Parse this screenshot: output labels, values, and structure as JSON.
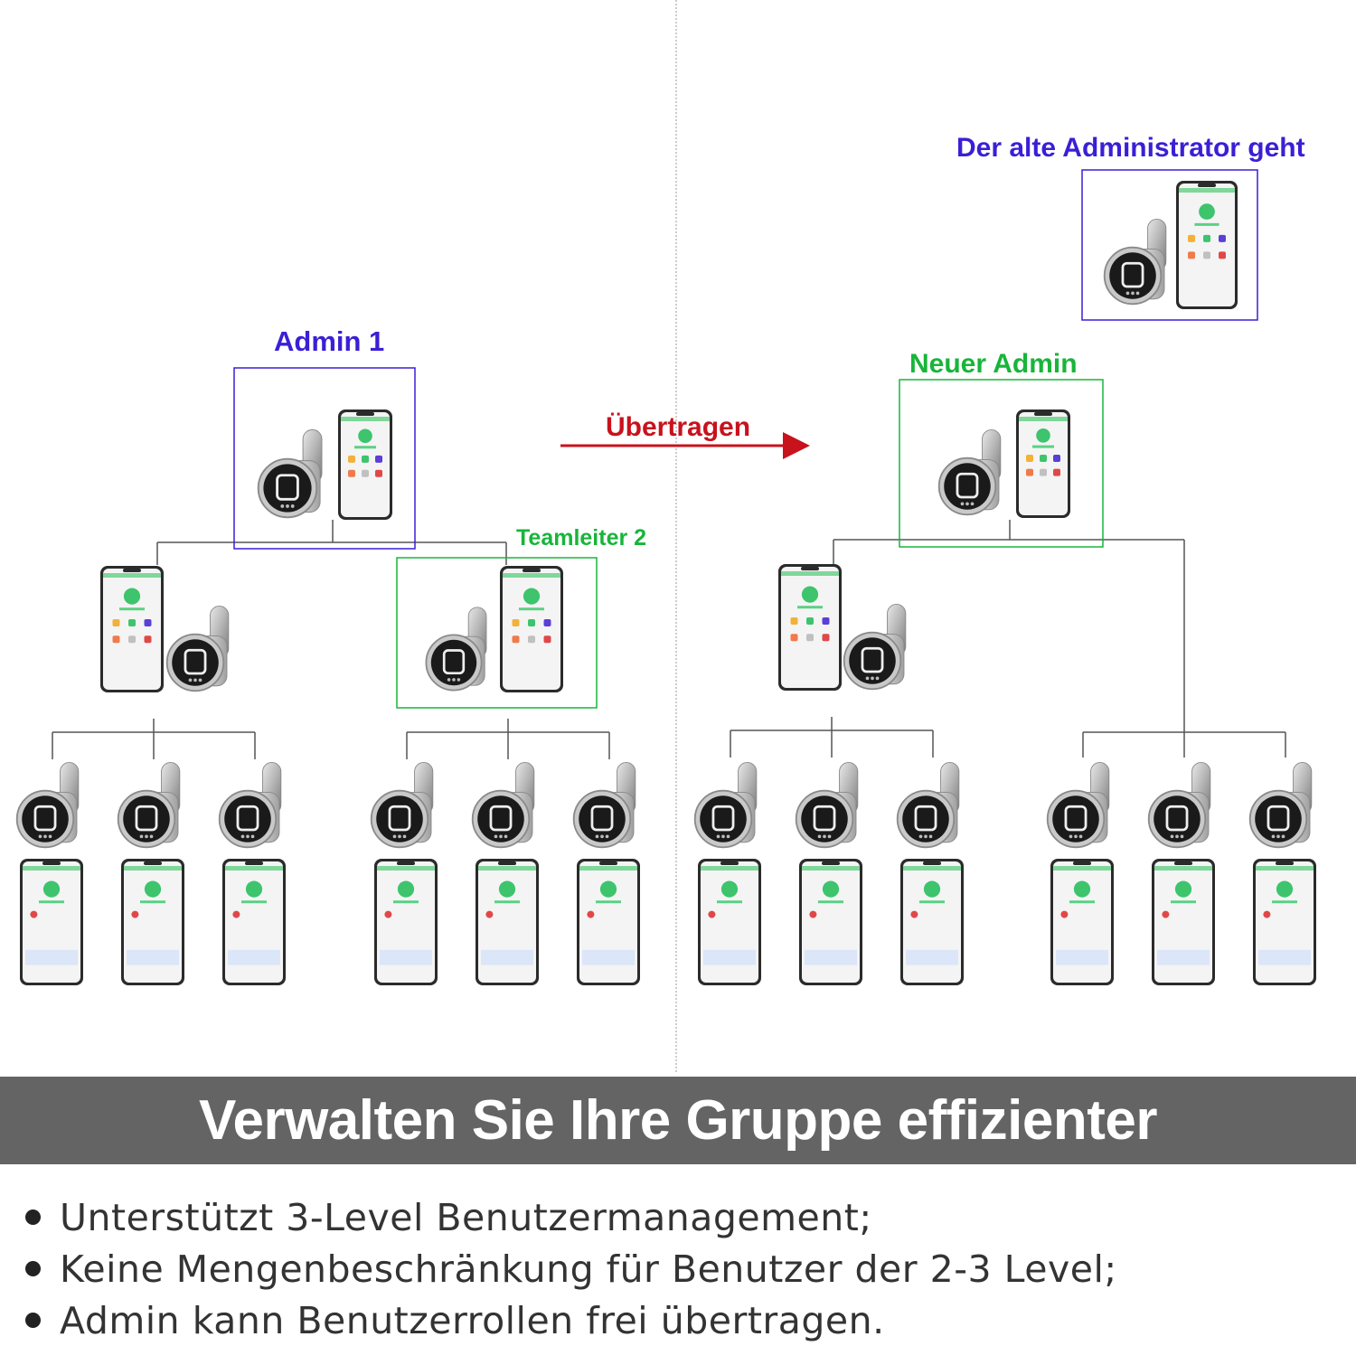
{
  "colors": {
    "admin": "#3a1fd6",
    "leader": "#18b53a",
    "transfer": "#c8121c",
    "banner": "#646464"
  },
  "labels": {
    "admin1": "Admin 1",
    "teamleader2": "Teamleiter 2",
    "transfer": "Übertragen",
    "new_admin": "Neuer Admin",
    "old_admin": "Der alte Administrator geht"
  },
  "banner": {
    "title": "Verwalten Sie Ihre Gruppe effizienter"
  },
  "bullets": [
    "Unterstützt 3-Level Benutzermanagement;",
    "Keine Mengenbeschränkung für Benutzer der 2-3 Level;",
    "Admin kann Benutzerrollen frei übertragen."
  ],
  "icons": {
    "lock": "cam-lock-icon",
    "phone": "smartphone-app-icon"
  }
}
